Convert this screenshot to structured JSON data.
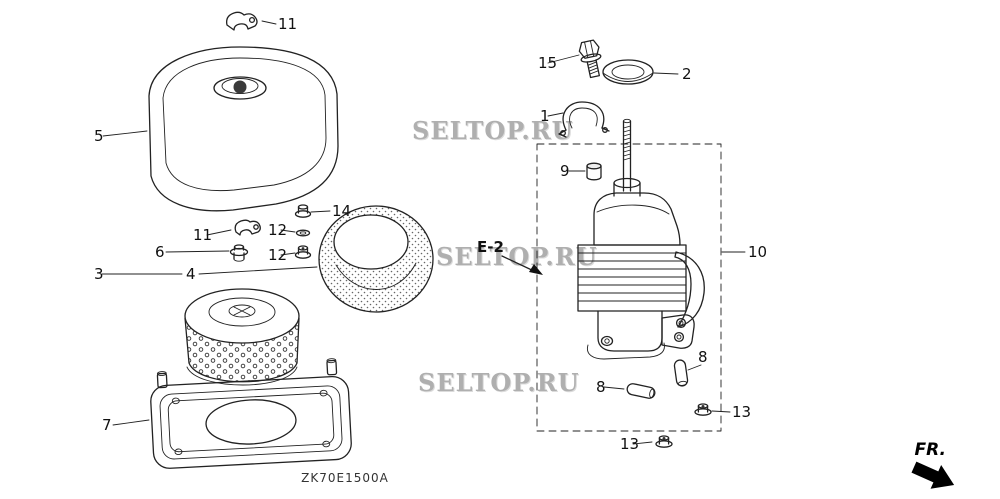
{
  "diagram": {
    "code": "ZK70E1500A",
    "fr_label": "FR.",
    "detail_ref": "E-2",
    "watermark": "SELTOP.RU",
    "line_color": "#222222",
    "background": "#ffffff",
    "watermark_color": "#959595"
  },
  "callouts": [
    {
      "num": "11"
    },
    {
      "num": "5"
    },
    {
      "num": "6"
    },
    {
      "num": "11"
    },
    {
      "num": "14"
    },
    {
      "num": "12"
    },
    {
      "num": "12"
    },
    {
      "num": "3"
    },
    {
      "num": "4"
    },
    {
      "num": "7"
    },
    {
      "num": "15"
    },
    {
      "num": "2"
    },
    {
      "num": "1"
    },
    {
      "num": "9"
    },
    {
      "num": "10"
    },
    {
      "num": "8"
    },
    {
      "num": "8"
    },
    {
      "num": "13"
    },
    {
      "num": "13"
    }
  ]
}
